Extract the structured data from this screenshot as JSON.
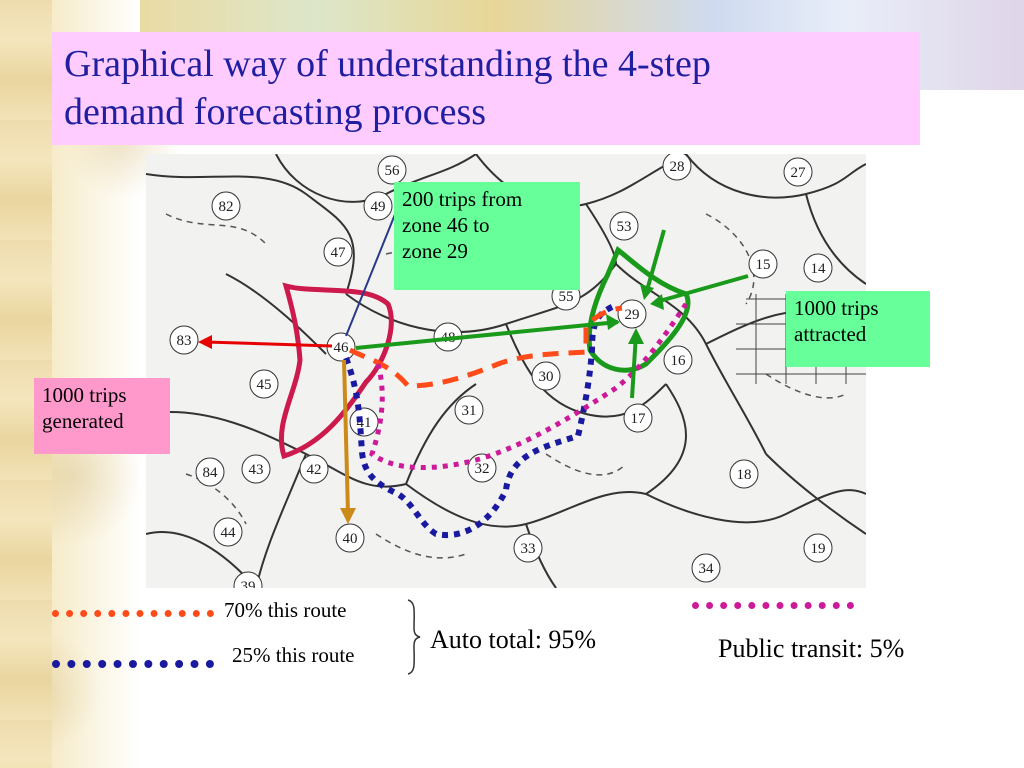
{
  "slide": {
    "title_line1": "Graphical way of understanding the 4-step",
    "title_line2": "demand forecasting process"
  },
  "map": {
    "zones": [
      "56",
      "49",
      "82",
      "47",
      "28",
      "27",
      "53",
      "15",
      "14",
      "55",
      "29",
      "83",
      "46",
      "48",
      "16",
      "45",
      "30",
      "31",
      "17",
      "41",
      "32",
      "18",
      "84",
      "43",
      "42",
      "44",
      "40",
      "33",
      "19",
      "39",
      "34"
    ]
  },
  "callouts": {
    "trips_between": [
      "200 trips from",
      "zone 46 to",
      "zone 29"
    ],
    "attracted": [
      "1000 trips",
      "attracted"
    ],
    "generated": [
      "1000 trips",
      "generated"
    ]
  },
  "legend": {
    "route_70": "70% this route",
    "route_25": "25% this route",
    "auto_total": "Auto total: 95%",
    "public_transit": "Public transit: 5%"
  },
  "colors": {
    "title_bg": "#ffccff",
    "title_text": "#1f1fa0",
    "green_callout": "#66ff99",
    "pink_callout": "#ff99cc",
    "auto_route_70": "#ff4a1a",
    "auto_route_25": "#1a1aa0",
    "transit_route": "#cc1a99",
    "boundary_generated": "#cc1a4d",
    "boundary_attracted": "#1a9a1a",
    "arrow_red": "#e60000",
    "arrow_orange": "#cc8a1a",
    "leader_line": "#2a3a8a"
  }
}
